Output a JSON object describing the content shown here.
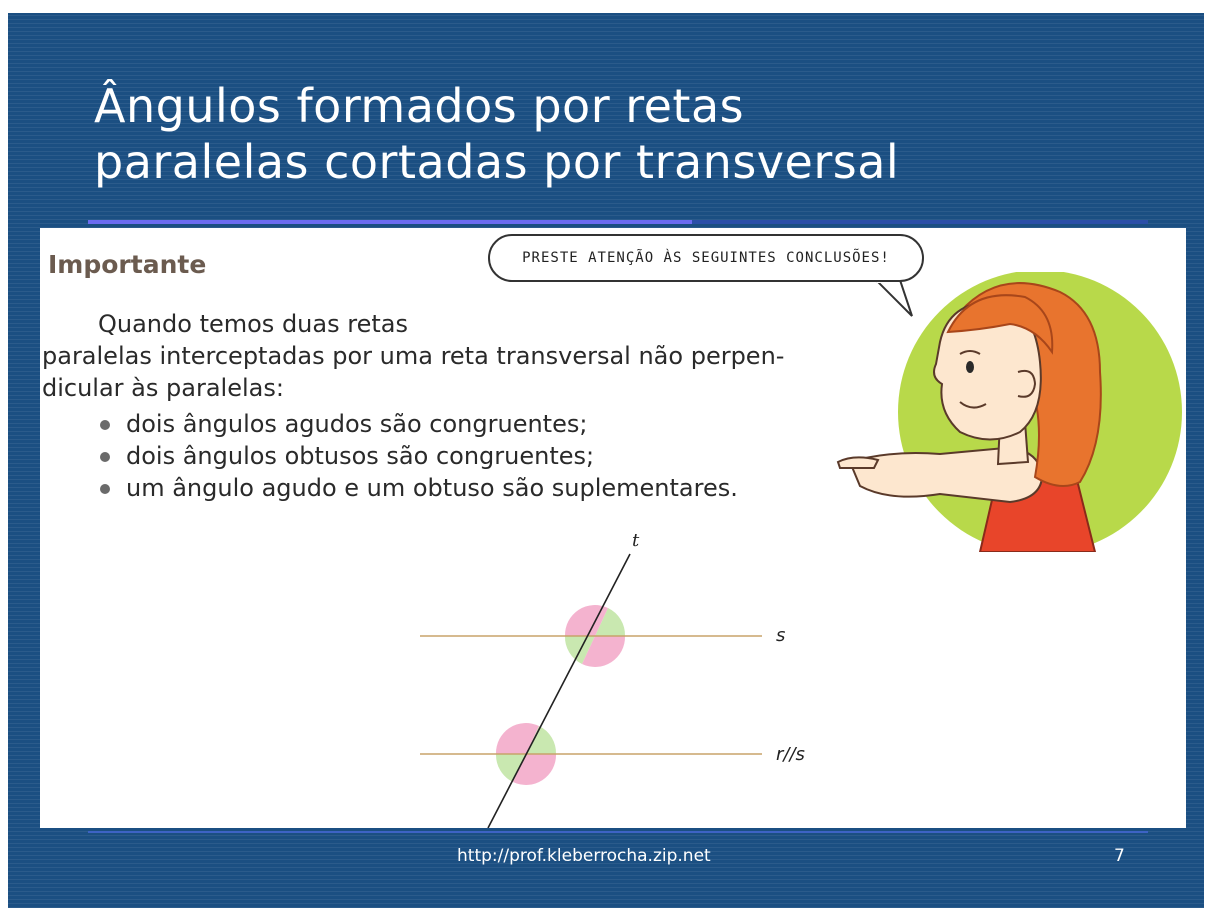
{
  "slide": {
    "title_lines": [
      "Ângulos formados por retas",
      "paralelas cortadas por transversal"
    ],
    "footer_url": "http://prof.kleberrocha.zip.net",
    "page_number": "7"
  },
  "content": {
    "heading": "Importante",
    "speech_bubble": "PRESTE ATENÇÃO ÀS SEGUINTES CONCLUSÕES!",
    "paragraph_lines": [
      "Quando temos duas retas",
      "paralelas interceptadas por uma reta transversal não perpen-",
      "dicular às paralelas:"
    ],
    "bullets": [
      "dois ângulos agudos são congruentes;",
      "dois ângulos obtusos são congruentes;",
      "um ângulo agudo e um obtuso são suplementares."
    ]
  },
  "diagram": {
    "transversal_label": "t",
    "top_line_label": "s",
    "bottom_line_label": "r//s"
  },
  "colors": {
    "slide_bg": "#1b4f82",
    "acute_angle": "#f4b3cf",
    "obtuse_angle": "#c9e8b0",
    "parallel_line": "#c8a36a",
    "character_circle": "#b8d94a",
    "hair": "#e8742e"
  }
}
